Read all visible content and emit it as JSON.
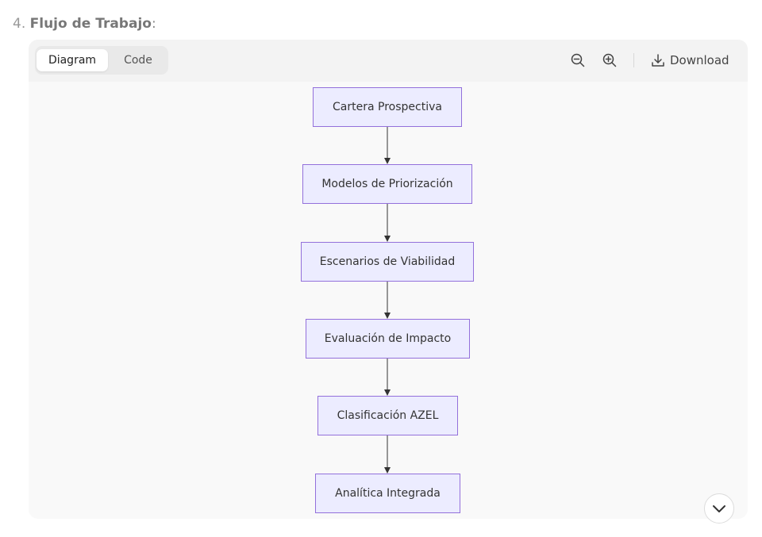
{
  "heading": {
    "number": "4.",
    "title": "Flujo de Trabajo",
    "suffix": ":"
  },
  "toolbar": {
    "tabs": [
      {
        "label": "Diagram",
        "active": true
      },
      {
        "label": "Code",
        "active": false
      }
    ],
    "zoom_out_icon": "zoom-out-icon",
    "zoom_in_icon": "zoom-in-icon",
    "download_icon": "download-icon",
    "download_label": "Download"
  },
  "diagram": {
    "type": "flowchart-top-down",
    "node_fill": "#ececff",
    "node_border": "#9370db",
    "nodes": [
      {
        "label": "Cartera Prospectiva"
      },
      {
        "label": "Modelos de Priorización"
      },
      {
        "label": "Escenarios de Viabilidad"
      },
      {
        "label": "Evaluación de Impacto"
      },
      {
        "label": "Clasificación AZEL"
      },
      {
        "label": "Analítica Integrada"
      }
    ],
    "edges": [
      {
        "from": "Cartera Prospectiva",
        "to": "Modelos de Priorización"
      },
      {
        "from": "Modelos de Priorización",
        "to": "Escenarios de Viabilidad"
      },
      {
        "from": "Escenarios de Viabilidad",
        "to": "Evaluación de Impacto"
      },
      {
        "from": "Evaluación de Impacto",
        "to": "Clasificación AZEL"
      },
      {
        "from": "Clasificación AZEL",
        "to": "Analítica Integrada"
      }
    ]
  },
  "scroll_button_icon": "chevron-down-icon"
}
